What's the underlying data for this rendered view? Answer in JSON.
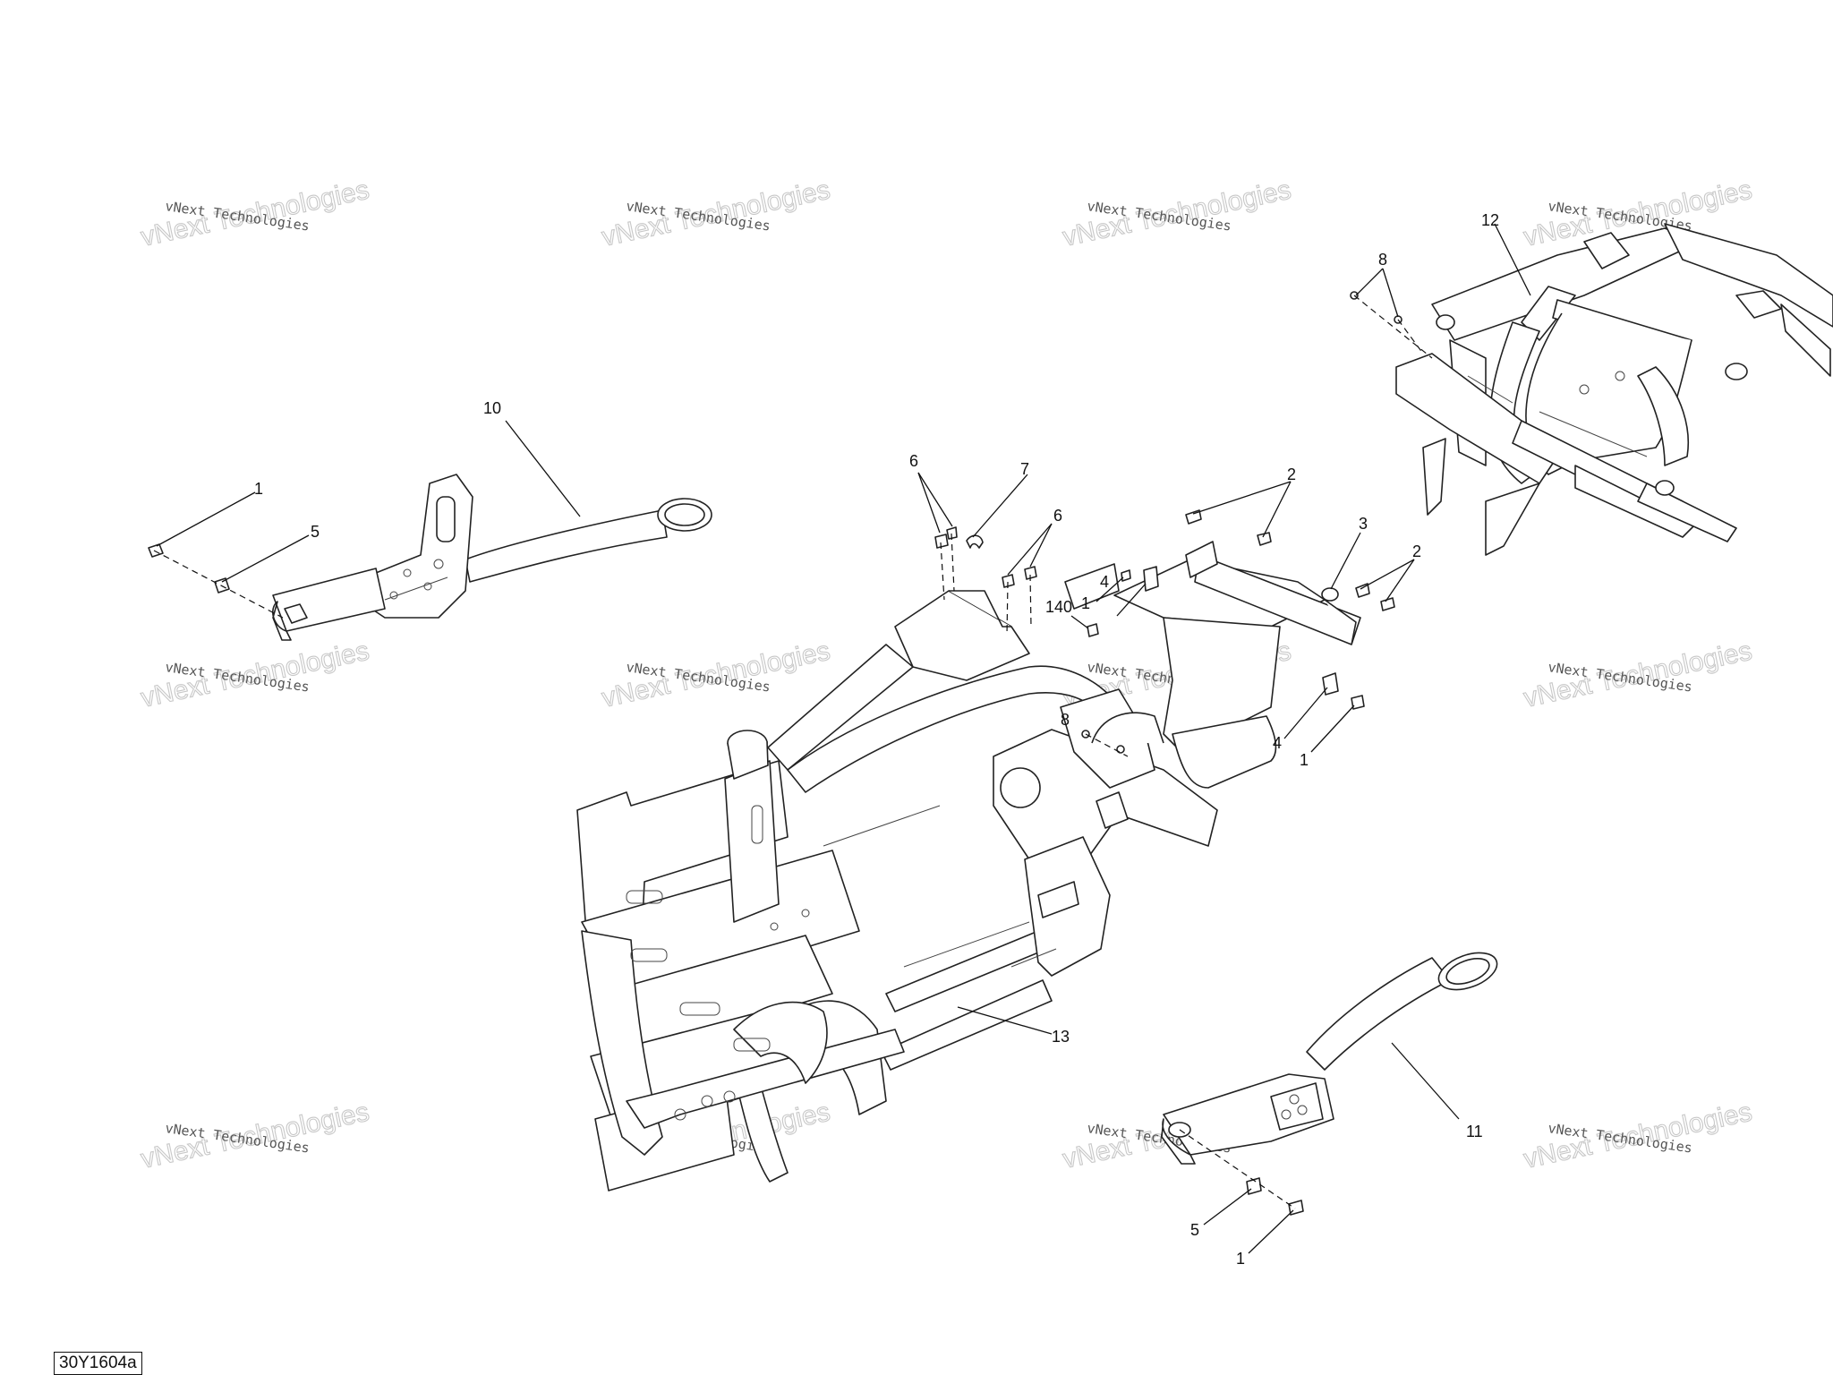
{
  "diagram_code": "30Y1604a",
  "watermark": {
    "line1": "vNext Technologies",
    "line2": "vNext Technologies"
  },
  "callouts": [
    {
      "text": "10"
    },
    {
      "text": "1"
    },
    {
      "text": "5"
    },
    {
      "text": "6"
    },
    {
      "text": "7"
    },
    {
      "text": "6"
    },
    {
      "text": "140"
    },
    {
      "text": "1"
    },
    {
      "text": "4"
    },
    {
      "text": "2"
    },
    {
      "text": "3"
    },
    {
      "text": "2"
    },
    {
      "text": "8"
    },
    {
      "text": "4"
    },
    {
      "text": "1"
    },
    {
      "text": "12"
    },
    {
      "text": "8"
    },
    {
      "text": "13"
    },
    {
      "text": "11"
    },
    {
      "text": "5"
    },
    {
      "text": "1"
    }
  ]
}
